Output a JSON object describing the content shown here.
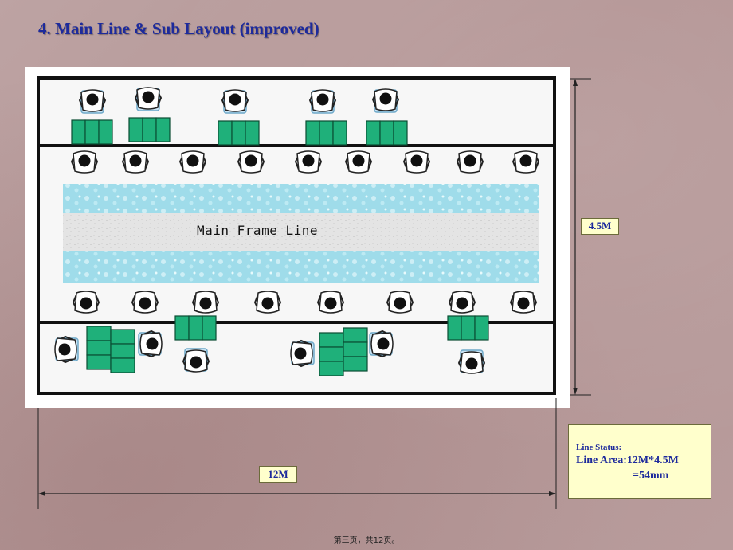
{
  "slide": {
    "title": "4. Main Line & Sub Layout (improved)",
    "footer": "第三页，共12页。"
  },
  "diagram": {
    "main_line_label": "Main Frame Line",
    "height_label": "4.5M",
    "width_label": "12M",
    "icons": {
      "worker": "worker-topdown-icon",
      "chair": "chair-icon",
      "bench": "green-workbench-icon"
    },
    "colors": {
      "title": "#1d2a9c",
      "bench": "#1fb07a",
      "line_water": "#8fd4e4",
      "label_bg": "#ffffcc"
    }
  },
  "status": {
    "heading": "Line Status:",
    "area_line": "Line Area:12M*4.5M",
    "result_line": "=54mm"
  }
}
